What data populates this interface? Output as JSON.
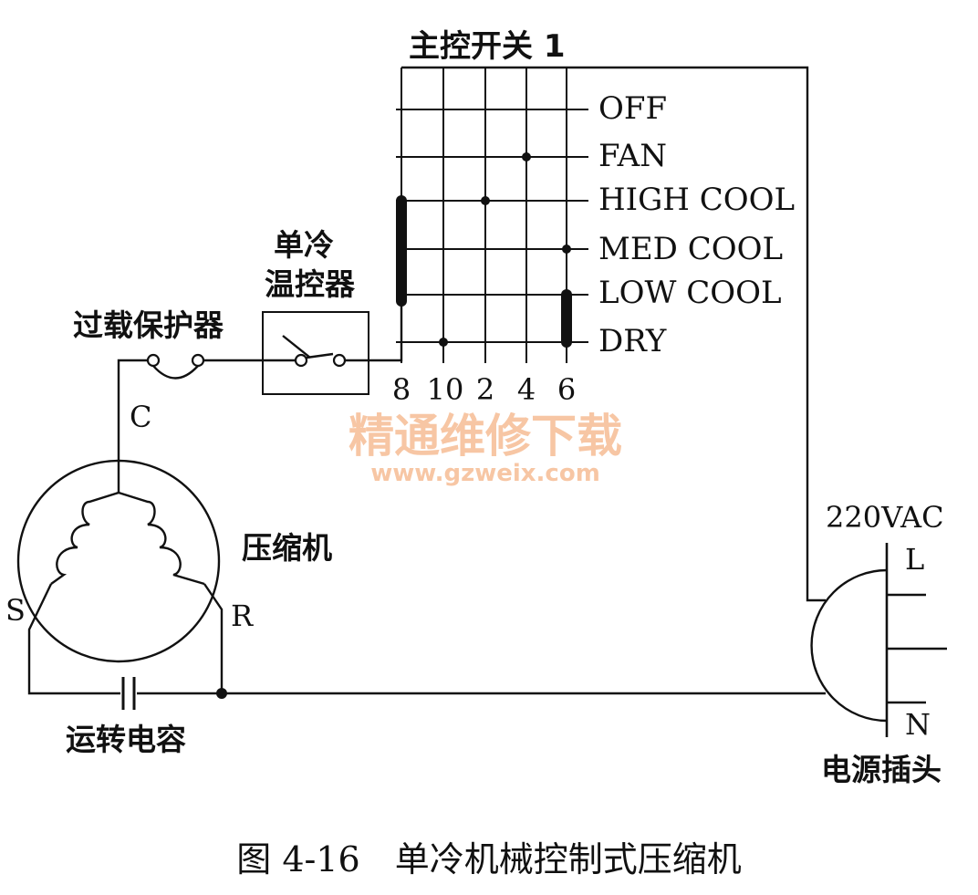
{
  "switch": {
    "title": "主控开关 1",
    "modes": [
      "OFF",
      "FAN",
      "HIGH COOL",
      "MED COOL",
      "LOW COOL",
      "DRY"
    ],
    "terminals": [
      "8",
      "10",
      "2",
      "4",
      "6"
    ]
  },
  "thermostat": {
    "label_line1": "单冷",
    "label_line2": "温控器"
  },
  "overload": {
    "label": "过载保护器"
  },
  "compressor": {
    "label": "压缩机",
    "terminal_c": "C",
    "terminal_s": "S",
    "terminal_r": "R"
  },
  "capacitor": {
    "label": "运转电容"
  },
  "plug": {
    "voltage": "220VAC",
    "terminal_l": "L",
    "terminal_n": "N",
    "label": "电源插头"
  },
  "watermark": {
    "line1": "精通维修下载",
    "line2": "www.gzweix.com"
  },
  "caption": "图 4-16　单冷机械控制式压缩机"
}
